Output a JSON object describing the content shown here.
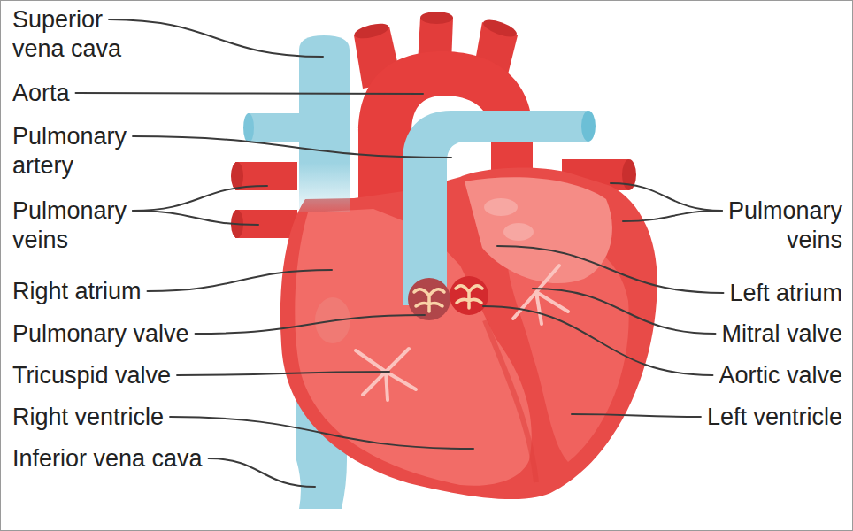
{
  "diagram": {
    "labels": [
      "Superior vena cava",
      "Aorta",
      "Pulmonary artery",
      "Pulmonary veins",
      "Right atrium",
      "Pulmonary valve",
      "Tricuspid valve",
      "Right ventricle",
      "Inferior vena cava",
      "Pulmonary veins",
      "Left atrium",
      "Mitral valve",
      "Aortic valve",
      "Left ventricle"
    ]
  }
}
